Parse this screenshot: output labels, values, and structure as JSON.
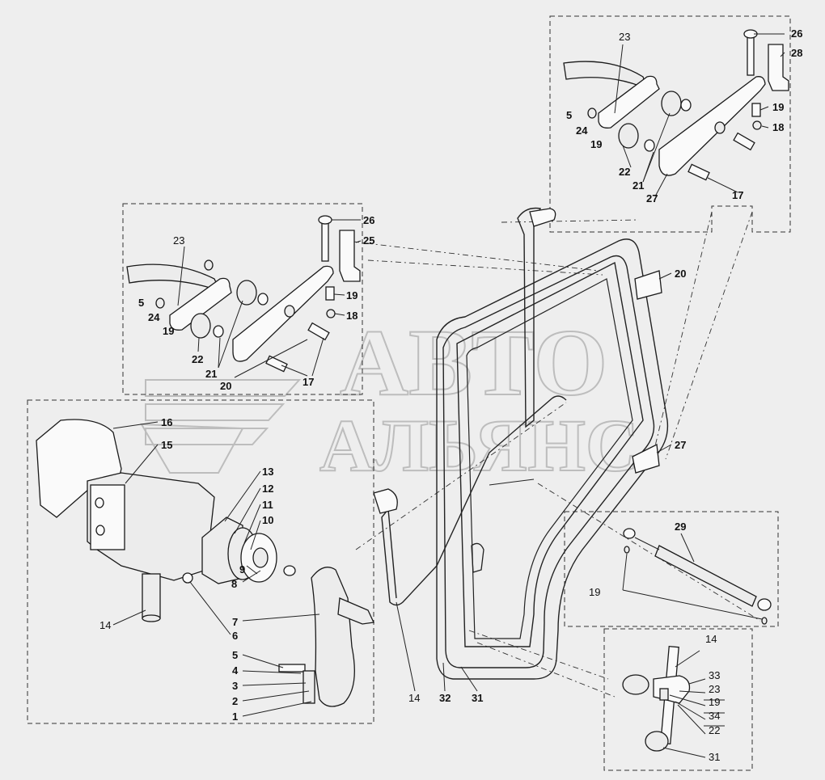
{
  "watermark": {
    "line1": "АВТО",
    "line2": "АЛЬЯНС"
  },
  "callouts": {
    "tr": {
      "c23": "23",
      "c26": "26",
      "c28": "28",
      "c5": "5",
      "c24": "24",
      "c19a": "19",
      "c19b": "19",
      "c18": "18",
      "c22": "22",
      "c21": "21",
      "c27": "27",
      "c17": "17"
    },
    "ml": {
      "c23": "23",
      "c26": "26",
      "c25": "25",
      "c5": "5",
      "c24": "24",
      "c19a": "19",
      "c19b": "19",
      "c18": "18",
      "c22": "22",
      "c21": "21",
      "c20": "20",
      "c17": "17"
    },
    "bl": {
      "c16": "16",
      "c15": "15",
      "c13": "13",
      "c12": "12",
      "c11": "11",
      "c10": "10",
      "c9": "9",
      "c8": "8",
      "c7": "7",
      "c6": "6",
      "c14": "14",
      "c5": "5",
      "c4": "4",
      "c3": "3",
      "c2": "2",
      "c1": "1"
    },
    "door": {
      "c20": "20",
      "c27": "27",
      "c14": "14",
      "c32": "32",
      "c31": "31"
    },
    "strut": {
      "c29": "29",
      "c19": "19"
    },
    "detail": {
      "c14": "14",
      "c33": "33",
      "c23": "23",
      "c19": "19",
      "c34": "34",
      "c22": "22",
      "c31": "31"
    }
  }
}
